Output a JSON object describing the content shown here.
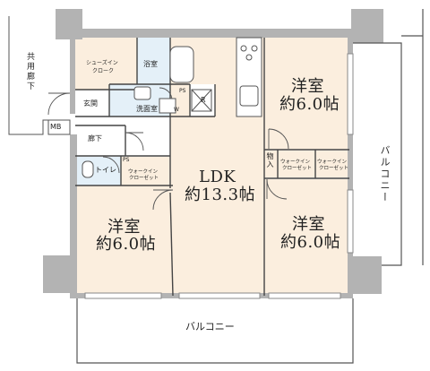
{
  "rooms": {
    "western_top_right": {
      "name": "洋室",
      "size": "約6.0帖"
    },
    "western_bottom_left": {
      "name": "洋室",
      "size": "約6.0帖"
    },
    "western_bottom_right": {
      "name": "洋室",
      "size": "約6.0帖"
    },
    "ldk": {
      "name": "LDK",
      "size": "約13.3帖"
    },
    "shoes_closet": {
      "line1": "シューズイン",
      "line2": "クローク"
    },
    "bath": "浴室",
    "washroom": "洗面室",
    "entrance": "玄関",
    "hallway": "廊下",
    "toilet": "トイレ",
    "walkin_closet_left": {
      "line1": "ウォークイン",
      "line2": "クローゼット"
    },
    "walkin_closet_mid": {
      "line1": "ウォークイン",
      "line2": "クローゼット"
    },
    "walkin_closet_right": {
      "line1": "ウォークイン",
      "line2": "クローゼット"
    },
    "storage": "物入"
  },
  "marks": {
    "mb": "MB",
    "ps_bath": "PS",
    "ps_toilet": "PS",
    "w": "W",
    "r": "R"
  },
  "outside": {
    "common_corridor": "共用廊下",
    "balcony_bottom": "バルコニー",
    "balcony_right": "バルコニー"
  }
}
